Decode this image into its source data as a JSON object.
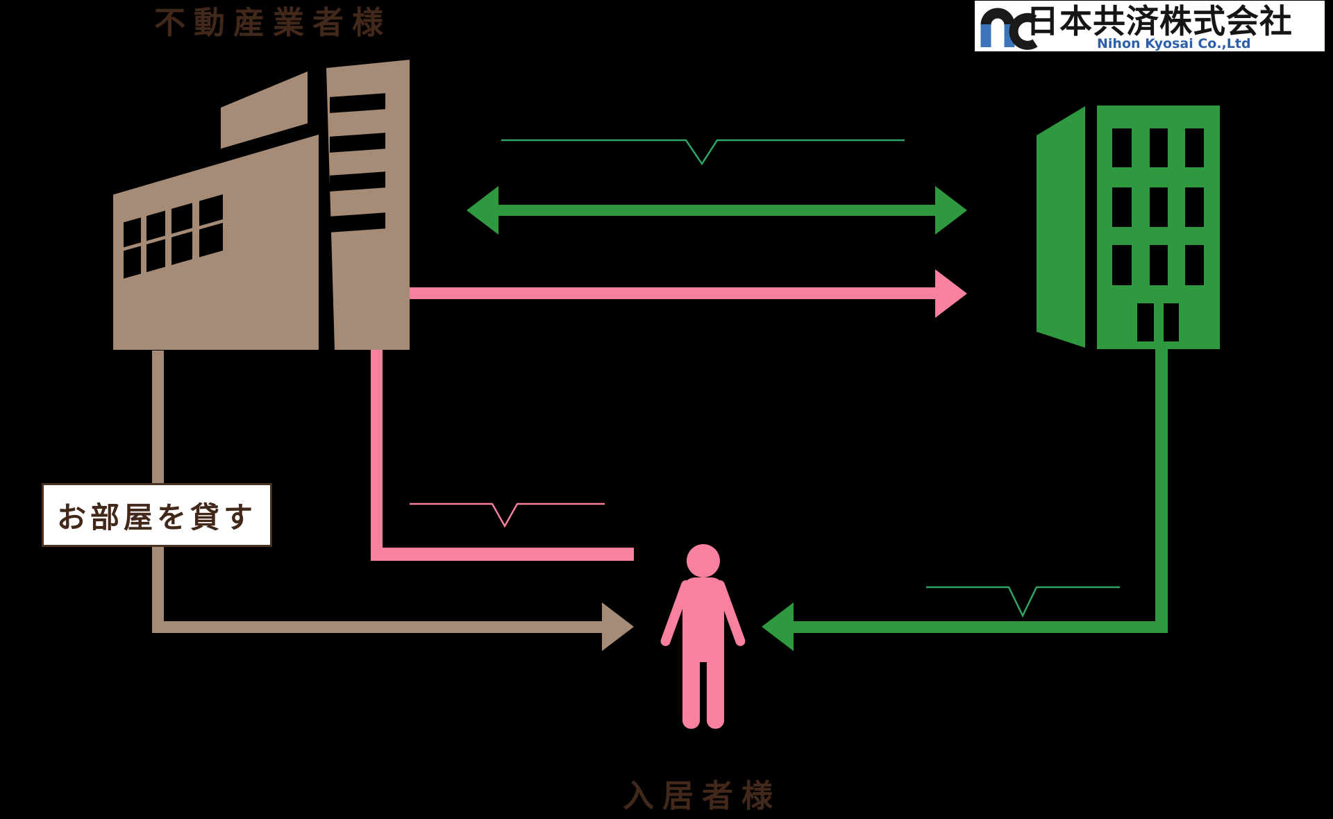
{
  "diagram_title_implicit": "Relationship diagram between realtor, Nihon Kyosai and tenant",
  "actors": {
    "realtor": {
      "label": "不動産業者様"
    },
    "tenant": {
      "label": "入居者様"
    },
    "company": {
      "logo_kanji": "日本共済株式会社",
      "logo_en": "Nihon Kyosai Co.,Ltd"
    }
  },
  "annotations": {
    "room_rent": "お部屋を貸す"
  },
  "relations": [
    {
      "from": "realtor",
      "to": "company",
      "style": "double-headed thick arrow",
      "color": "#2E993E"
    },
    {
      "from": "realtor",
      "to": "company",
      "style": "single thick arrow",
      "color": "#F8819F"
    },
    {
      "from": "realtor",
      "to": "tenant",
      "style": "elbow line, no head",
      "color": "#F8819F"
    },
    {
      "from": "realtor",
      "to": "tenant",
      "style": "elbow arrow, labeled お部屋を貸す",
      "color": "#A68C77"
    },
    {
      "from": "company",
      "to": "tenant",
      "style": "elbow arrow",
      "color": "#2E993E"
    }
  ],
  "colors": {
    "background": "#000000",
    "realtor_brown": "#A68C77",
    "dark_brown_text": "#42281A",
    "kyosai_green": "#2E993E",
    "bracket_green": "#30A465",
    "tenant_pink": "#F8819F",
    "logo_blue_mark": "#3B74B8",
    "logo_blue_text": "#2D5FA8",
    "label_box_bg": "#FFFFFF"
  }
}
